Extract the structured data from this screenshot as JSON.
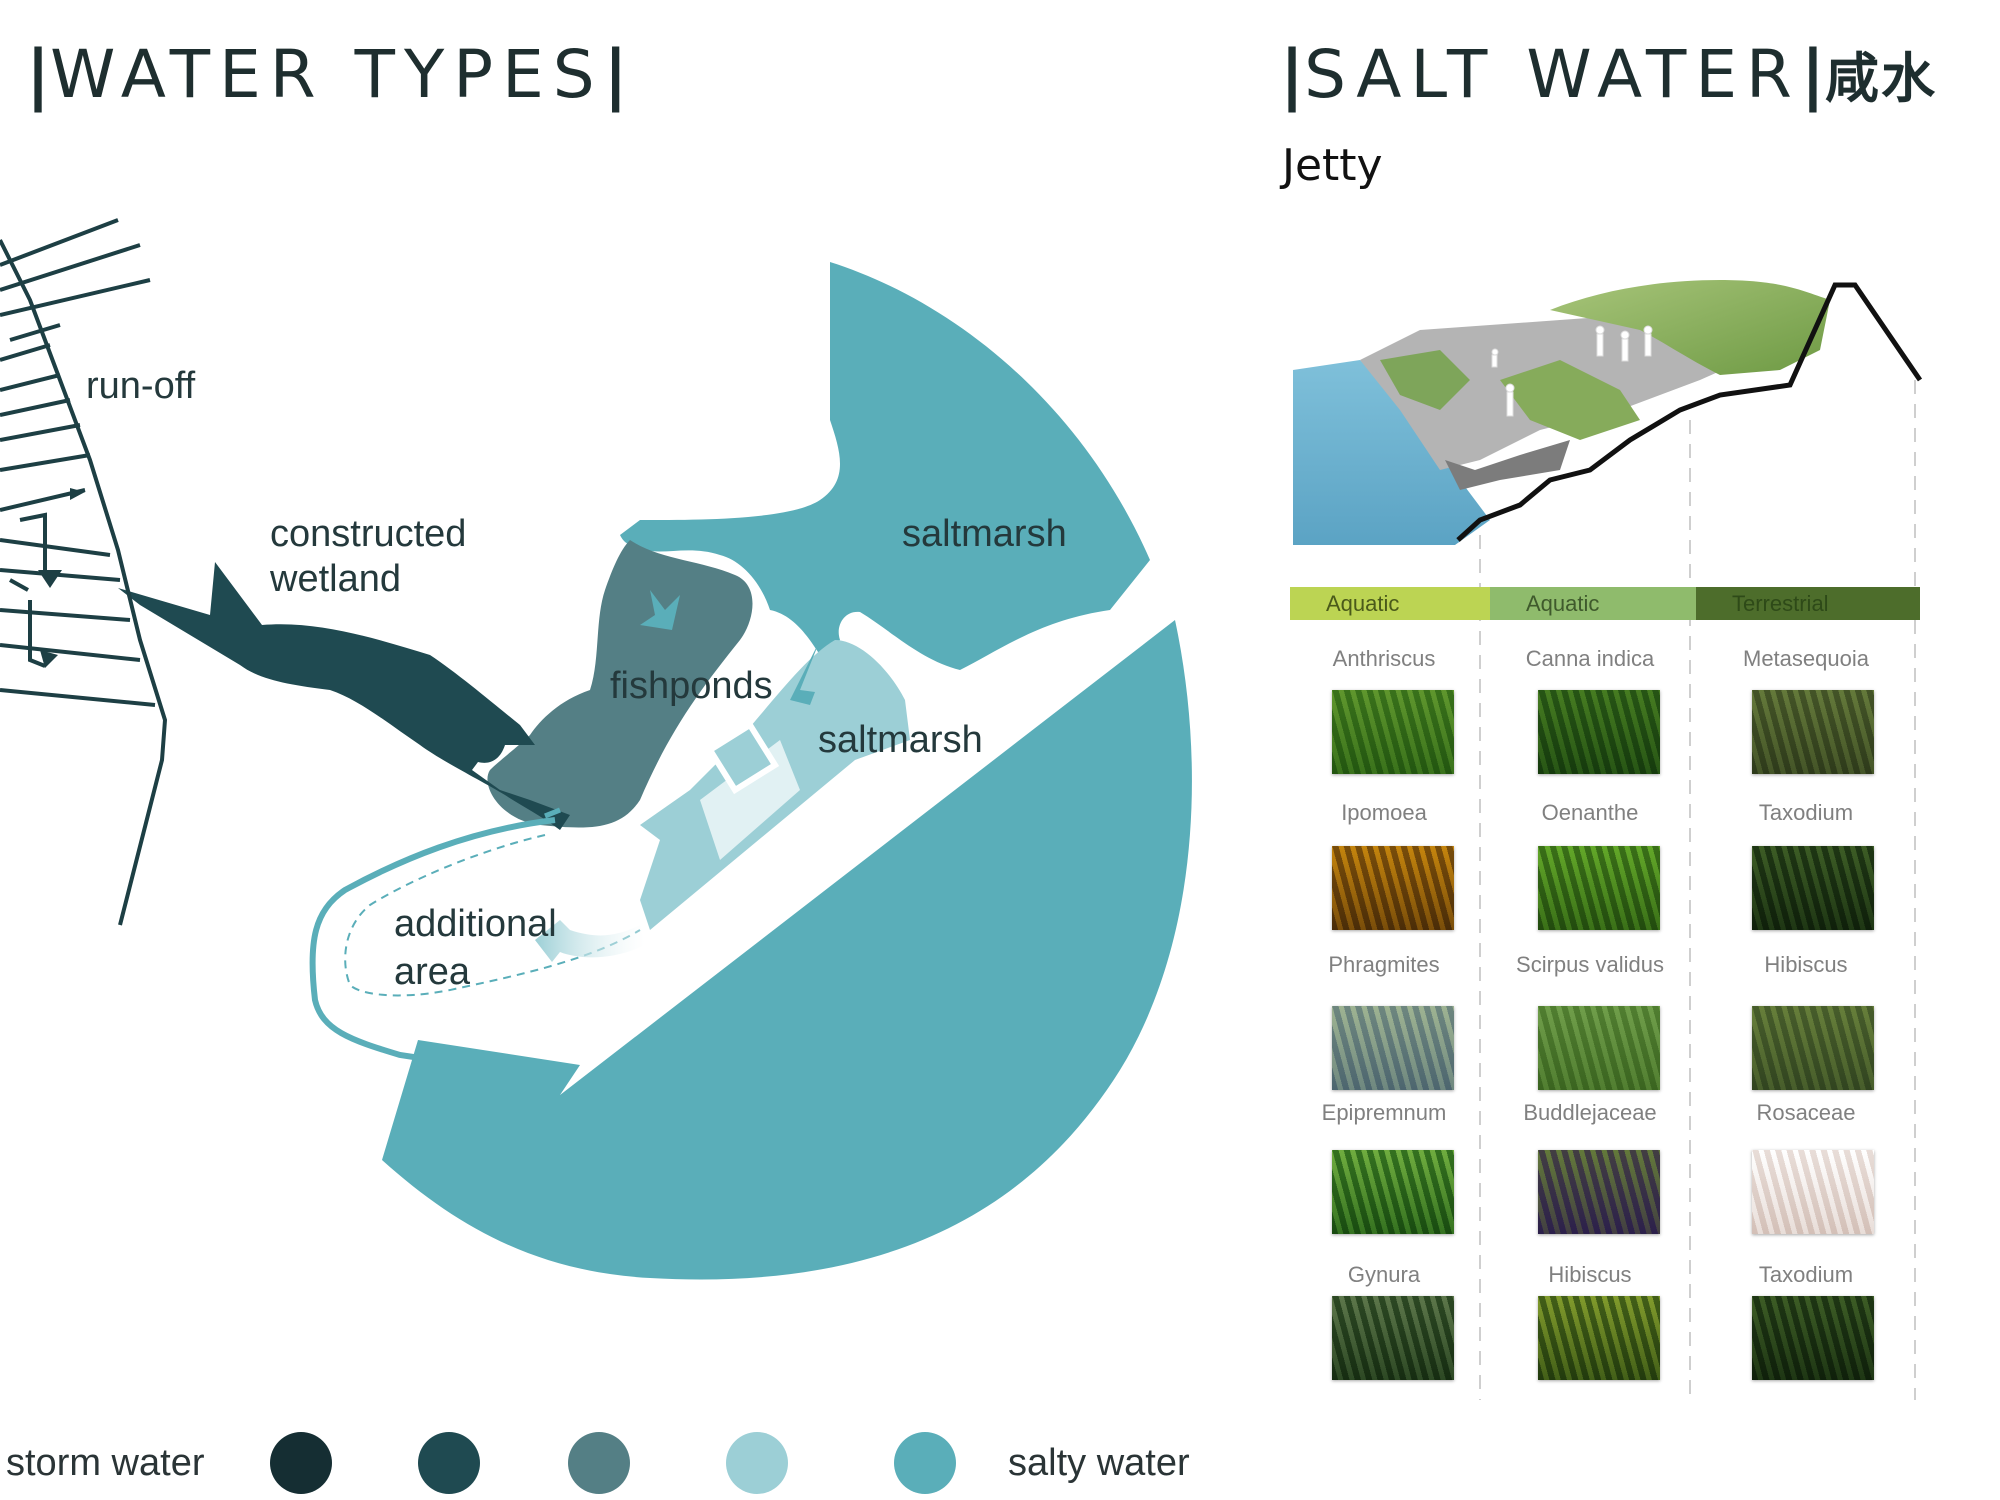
{
  "titles": {
    "left": "WATER TYPES",
    "right": "SALT WATER",
    "right_cn": "咸水",
    "bar": "|",
    "subtitle": "Jetty"
  },
  "map_labels": {
    "runoff": "run-off",
    "constructed_1": "constructed",
    "constructed_2": "wetland",
    "saltmarsh_top": "saltmarsh",
    "fishponds": "fishponds",
    "saltmarsh_mid": "saltmarsh",
    "additional_1": "additional",
    "additional_2": "area"
  },
  "legend": {
    "left_label": "storm water",
    "right_label": "salty water",
    "colors": [
      "#152e33",
      "#1f4a51",
      "#547f85",
      "#9ccfd6",
      "#5aaeb9"
    ]
  },
  "categories": [
    {
      "label": "Aquatic",
      "color": "#bcd453",
      "text_color": "#4a5a1a"
    },
    {
      "label": "Aquatic",
      "color": "#8fbb6c",
      "text_color": "#3f5a2c"
    },
    {
      "label": "Terrestrial",
      "color": "#4d6d2b",
      "text_color": "#2e4a18"
    }
  ],
  "plants": {
    "col1": [
      "Anthriscus",
      "Ipomoea",
      "Phragmites",
      "Epipremnum",
      "Gynura"
    ],
    "col2": [
      "Canna indica",
      "Oenanthe",
      "Scirpus validus",
      "Buddlejaceae",
      "Hibiscus"
    ],
    "col3": [
      "Metasequoia",
      "Taxodium",
      "Hibiscus",
      "Rosaceae",
      "Taxodium"
    ]
  },
  "palette": {
    "sea": "#5aaeb9",
    "saltmarsh_light": "#9ccfd6",
    "fishpond": "#547f85",
    "wetland": "#1f4a51",
    "storm": "#152e33",
    "jetty_water": "#6fb1cd"
  }
}
